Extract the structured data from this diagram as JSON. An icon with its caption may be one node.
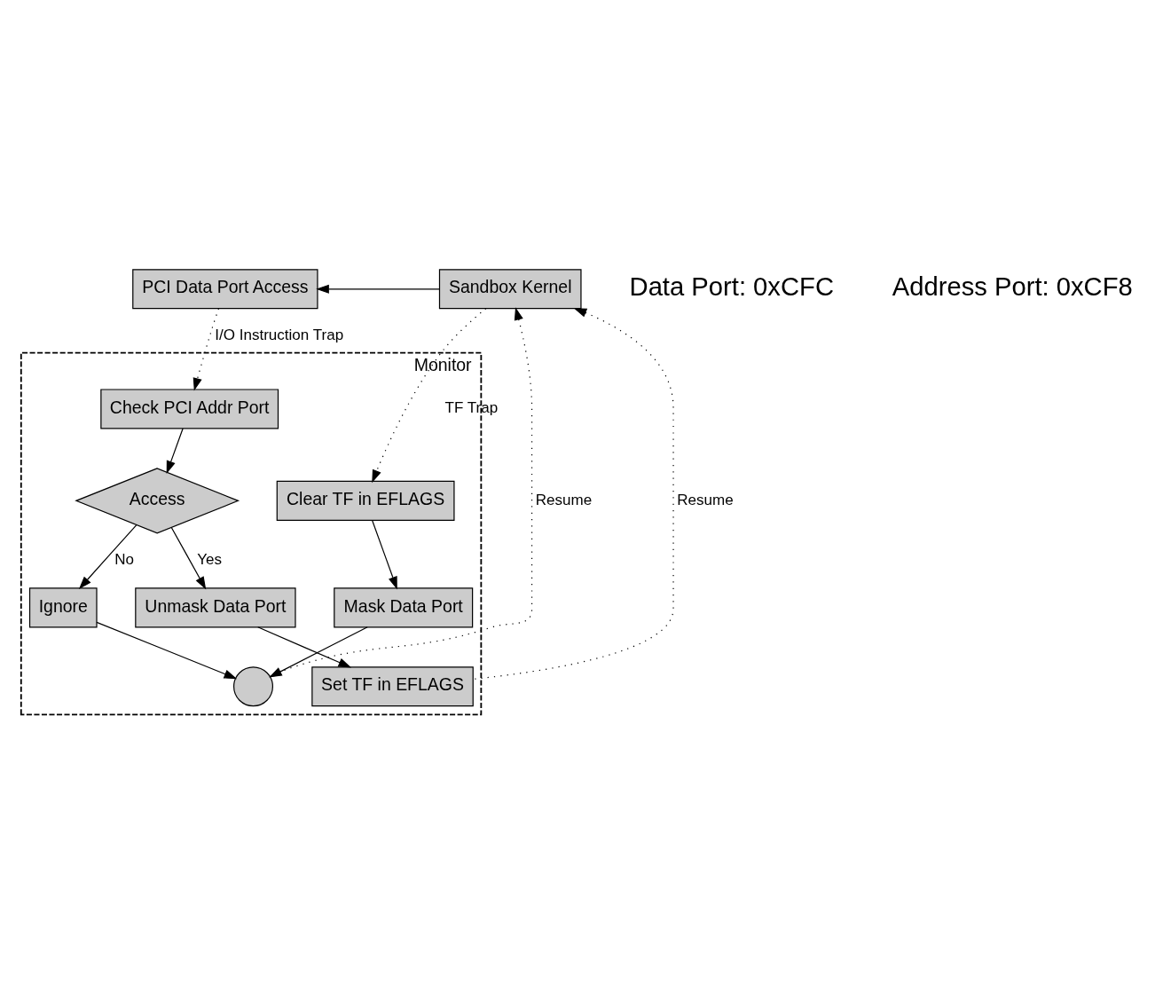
{
  "diagram": {
    "nodes": [
      {
        "text": [
          "Monitor"
        ]
      },
      {
        "text": [
          "PCI Data Port Access"
        ]
      },
      {
        "text": [
          "Sandbox Kernel"
        ]
      },
      {
        "text": [
          "Check PCI Addr Port"
        ],
        "in": 0
      },
      {
        "text": [
          "Access"
        ],
        "in": 0
      },
      {
        "text": [
          "Ignore"
        ],
        "in": 0
      },
      {
        "text": [
          "Unmask Data Port"
        ],
        "in": 0
      },
      {
        "text": [
          "Set TF in EFLAGS"
        ],
        "in": 0
      },
      {
        "text": [
          "Clear TF in EFLAGS"
        ],
        "in": 0
      },
      {
        "text": [
          "Mask Data Port"
        ],
        "in": 0
      },
      {
        "text": [],
        "shape": "circle",
        "in": 0
      }
    ],
    "edges": [
      {
        "from": 2,
        "to": 1,
        "arrow": "to"
      },
      {
        "from": 1,
        "to": 3,
        "arrow": "to",
        "label": "I/O Instruction Trap",
        "style": "dashed"
      },
      {
        "from": 3,
        "to": 4,
        "arrow": "to"
      },
      {
        "from": 4,
        "to": 5,
        "arrow": "to",
        "label": "No"
      },
      {
        "from": 4,
        "to": 6,
        "arrow": "to",
        "label": "Yes"
      },
      {
        "from": 6,
        "to": 7,
        "arrow": "to"
      },
      {
        "from": 7,
        "to": 2,
        "arrow": "to",
        "label": "Resume",
        "style": "dashed"
      },
      {
        "from": 2,
        "to": 8,
        "arrow": "to",
        "label": "TF Trap",
        "style": "dashed"
      },
      {
        "from": 8,
        "to": 9,
        "arrow": "to"
      },
      {
        "from": 5,
        "to": 10,
        "arrow": "to"
      },
      {
        "from": 9,
        "to": 10,
        "arrow": "to"
      },
      {
        "from": 10,
        "to": 2,
        "arrow": "to",
        "label": "Resume",
        "style": "dashed"
      }
    ],
    "labels": [
      "Data Port: 0xCFC",
      "Address Port: 0xCF8"
    ]
  }
}
